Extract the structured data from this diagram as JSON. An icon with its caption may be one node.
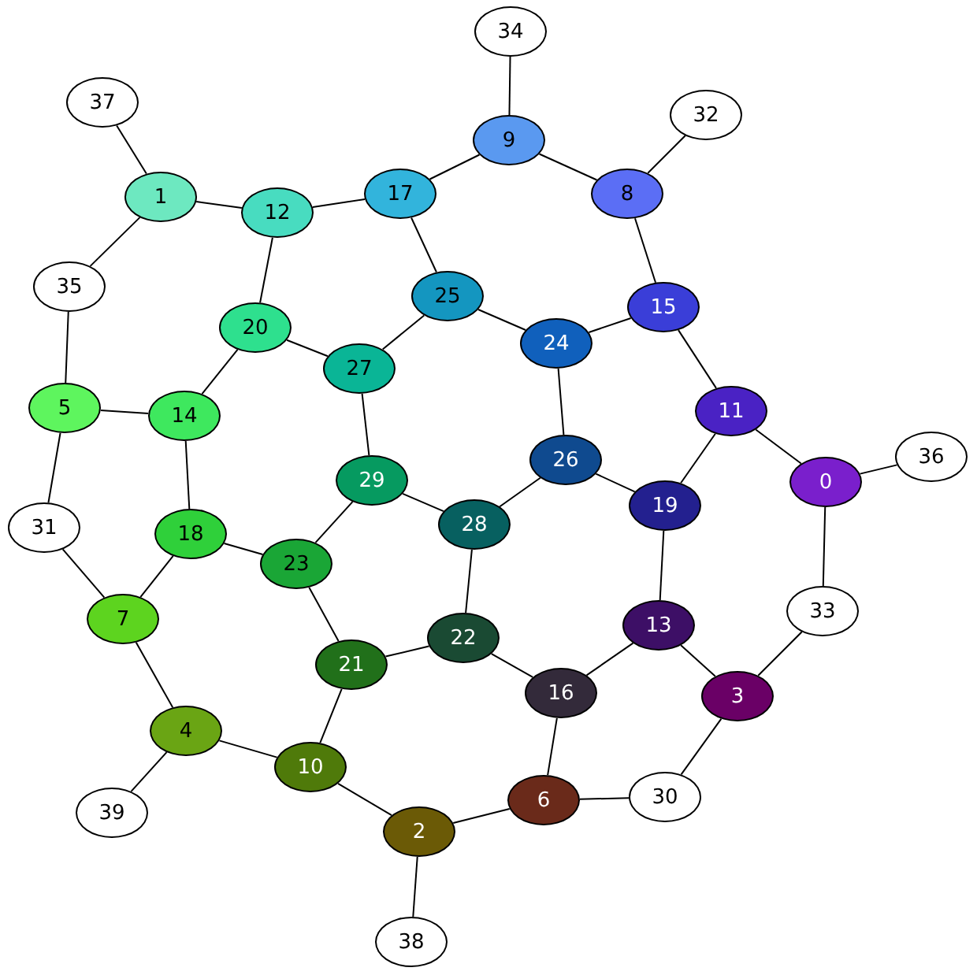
{
  "diagram": {
    "nodes": [
      {
        "text": [
          "0"
        ]
      },
      {
        "text": [
          "1"
        ]
      },
      {
        "text": [
          "2"
        ]
      },
      {
        "text": [
          "3"
        ]
      },
      {
        "text": [
          "4"
        ]
      },
      {
        "text": [
          "5"
        ]
      },
      {
        "text": [
          "6"
        ]
      },
      {
        "text": [
          "7"
        ]
      },
      {
        "text": [
          "8"
        ]
      },
      {
        "text": [
          "9"
        ]
      },
      {
        "text": [
          "10"
        ]
      },
      {
        "text": [
          "11"
        ]
      },
      {
        "text": [
          "12"
        ]
      },
      {
        "text": [
          "13"
        ]
      },
      {
        "text": [
          "14"
        ]
      },
      {
        "text": [
          "15"
        ]
      },
      {
        "text": [
          "16"
        ]
      },
      {
        "text": [
          "17"
        ]
      },
      {
        "text": [
          "18"
        ]
      },
      {
        "text": [
          "19"
        ]
      },
      {
        "text": [
          "20"
        ]
      },
      {
        "text": [
          "21"
        ]
      },
      {
        "text": [
          "22"
        ]
      },
      {
        "text": [
          "23"
        ]
      },
      {
        "text": [
          "24"
        ]
      },
      {
        "text": [
          "25"
        ]
      },
      {
        "text": [
          "26"
        ]
      },
      {
        "text": [
          "27"
        ]
      },
      {
        "text": [
          "28"
        ]
      },
      {
        "text": [
          "29"
        ]
      },
      {
        "text": [
          "30"
        ]
      },
      {
        "text": [
          "31"
        ]
      },
      {
        "text": [
          "32"
        ]
      },
      {
        "text": [
          "33"
        ]
      },
      {
        "text": [
          "34"
        ]
      },
      {
        "text": [
          "35"
        ]
      },
      {
        "text": [
          "36"
        ]
      },
      {
        "text": [
          "37"
        ]
      },
      {
        "text": [
          "38"
        ]
      },
      {
        "text": [
          "39"
        ]
      }
    ],
    "edges": [
      {
        "from": 34,
        "to": 9,
        "arrow": "none"
      },
      {
        "from": 9,
        "to": 17,
        "arrow": "none"
      },
      {
        "from": 9,
        "to": 8,
        "arrow": "none"
      },
      {
        "from": 8,
        "to": 32,
        "arrow": "none"
      },
      {
        "from": 8,
        "to": 15,
        "arrow": "none"
      },
      {
        "from": 17,
        "to": 12,
        "arrow": "none"
      },
      {
        "from": 17,
        "to": 25,
        "arrow": "none"
      },
      {
        "from": 12,
        "to": 1,
        "arrow": "none"
      },
      {
        "from": 12,
        "to": 20,
        "arrow": "none"
      },
      {
        "from": 1,
        "to": 37,
        "arrow": "none"
      },
      {
        "from": 1,
        "to": 35,
        "arrow": "none"
      },
      {
        "from": 35,
        "to": 5,
        "arrow": "none"
      },
      {
        "from": 5,
        "to": 14,
        "arrow": "none"
      },
      {
        "from": 5,
        "to": 31,
        "arrow": "none"
      },
      {
        "from": 31,
        "to": 7,
        "arrow": "none"
      },
      {
        "from": 14,
        "to": 20,
        "arrow": "none"
      },
      {
        "from": 14,
        "to": 18,
        "arrow": "none"
      },
      {
        "from": 20,
        "to": 27,
        "arrow": "none"
      },
      {
        "from": 27,
        "to": 25,
        "arrow": "none"
      },
      {
        "from": 27,
        "to": 29,
        "arrow": "none"
      },
      {
        "from": 25,
        "to": 24,
        "arrow": "none"
      },
      {
        "from": 24,
        "to": 15,
        "arrow": "none"
      },
      {
        "from": 24,
        "to": 26,
        "arrow": "none"
      },
      {
        "from": 15,
        "to": 11,
        "arrow": "none"
      },
      {
        "from": 11,
        "to": 0,
        "arrow": "none"
      },
      {
        "from": 11,
        "to": 19,
        "arrow": "none"
      },
      {
        "from": 0,
        "to": 36,
        "arrow": "none"
      },
      {
        "from": 0,
        "to": 33,
        "arrow": "none"
      },
      {
        "from": 33,
        "to": 3,
        "arrow": "none"
      },
      {
        "from": 26,
        "to": 19,
        "arrow": "none"
      },
      {
        "from": 26,
        "to": 28,
        "arrow": "none"
      },
      {
        "from": 29,
        "to": 28,
        "arrow": "none"
      },
      {
        "from": 29,
        "to": 23,
        "arrow": "none"
      },
      {
        "from": 18,
        "to": 23,
        "arrow": "none"
      },
      {
        "from": 18,
        "to": 7,
        "arrow": "none"
      },
      {
        "from": 7,
        "to": 4,
        "arrow": "none"
      },
      {
        "from": 4,
        "to": 39,
        "arrow": "none"
      },
      {
        "from": 4,
        "to": 10,
        "arrow": "none"
      },
      {
        "from": 23,
        "to": 21,
        "arrow": "none"
      },
      {
        "from": 21,
        "to": 22,
        "arrow": "none"
      },
      {
        "from": 21,
        "to": 10,
        "arrow": "none"
      },
      {
        "from": 28,
        "to": 22,
        "arrow": "none"
      },
      {
        "from": 22,
        "to": 16,
        "arrow": "none"
      },
      {
        "from": 19,
        "to": 13,
        "arrow": "none"
      },
      {
        "from": 13,
        "to": 16,
        "arrow": "none"
      },
      {
        "from": 13,
        "to": 3,
        "arrow": "none"
      },
      {
        "from": 16,
        "to": 6,
        "arrow": "none"
      },
      {
        "from": 3,
        "to": 30,
        "arrow": "none"
      },
      {
        "from": 30,
        "to": 6,
        "arrow": "none"
      },
      {
        "from": 6,
        "to": 2,
        "arrow": "none"
      },
      {
        "from": 10,
        "to": 2,
        "arrow": "none"
      },
      {
        "from": 2,
        "to": 38,
        "arrow": "none"
      }
    ]
  }
}
